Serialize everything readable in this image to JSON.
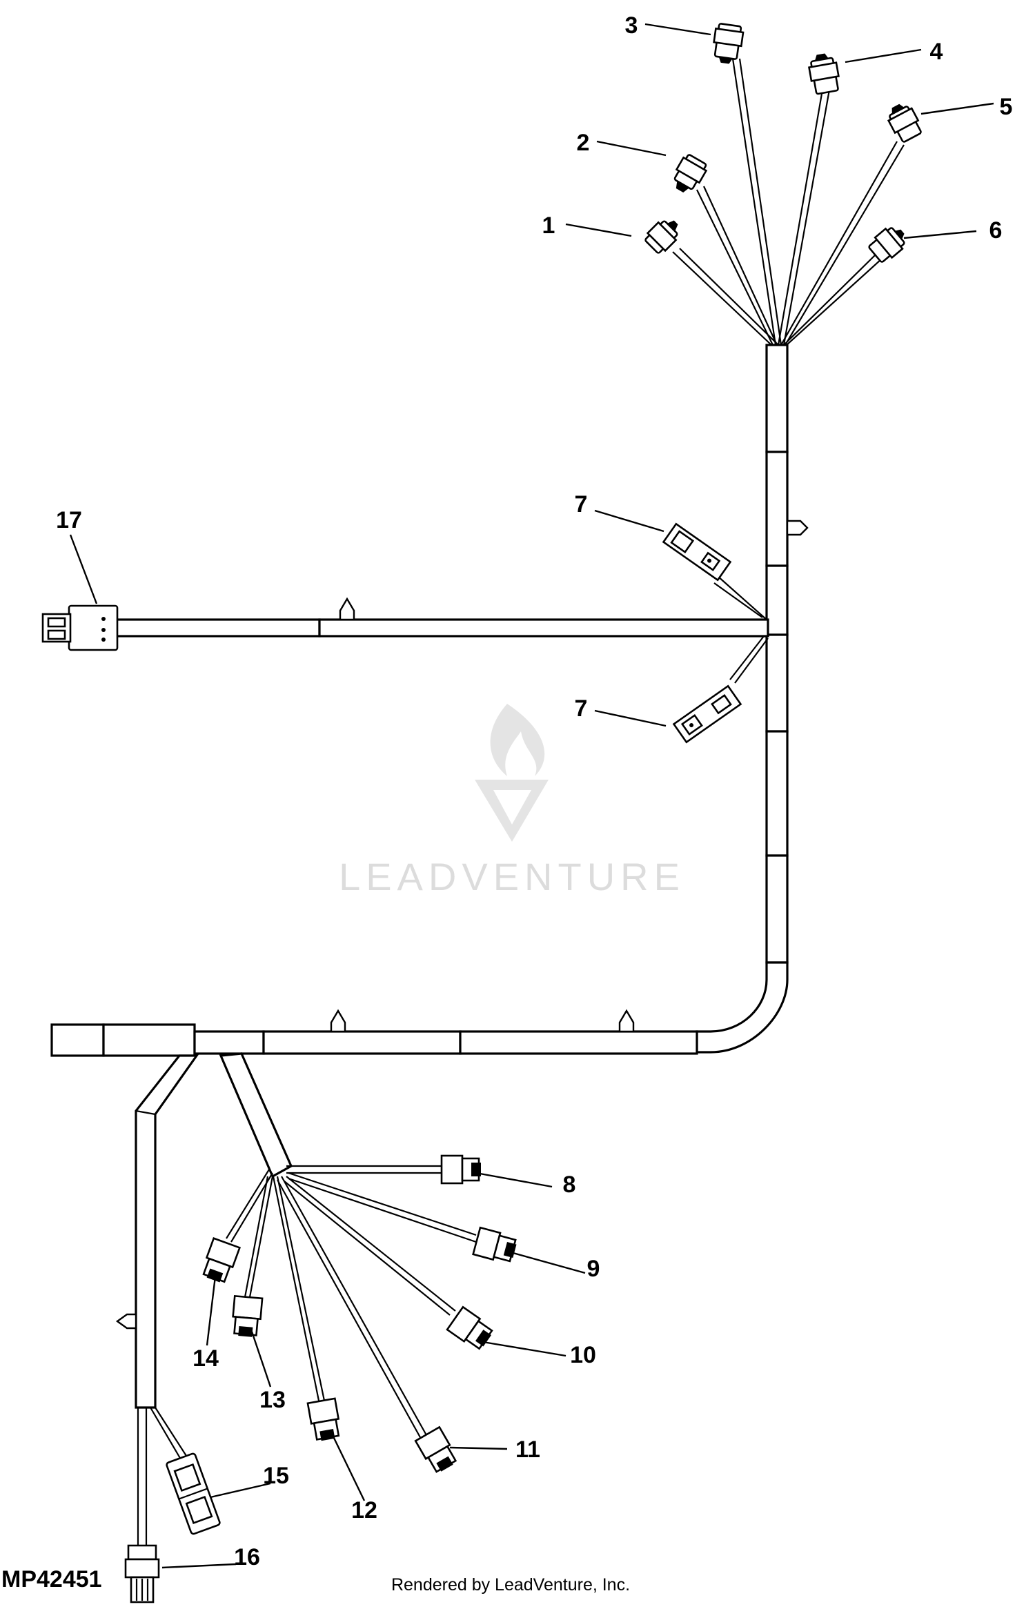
{
  "diagram": {
    "id_label": "MP42451",
    "credit": "Rendered by LeadVenture, Inc.",
    "watermark": "LEADVENTURE"
  },
  "callouts": [
    "1",
    "2",
    "3",
    "4",
    "5",
    "6",
    "7",
    "7",
    "8",
    "9",
    "10",
    "11",
    "12",
    "13",
    "14",
    "15",
    "16",
    "17"
  ],
  "icons": [
    "harness-connector-icon",
    "harness-clip-icon",
    "leadventure-logo-icon"
  ]
}
